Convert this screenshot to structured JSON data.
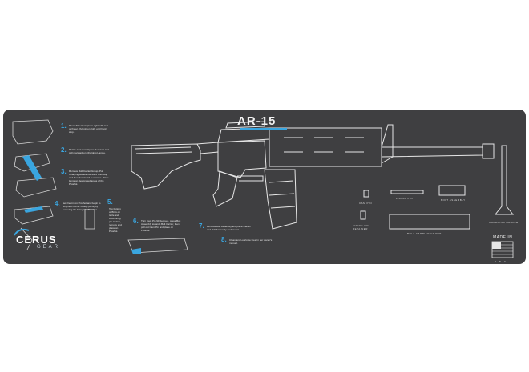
{
  "mat": {
    "title": "AR-15",
    "brand": "CERUS",
    "brand_sub": "GEAR",
    "made_in": "MADE IN",
    "country": "U.S.A.",
    "colors": {
      "mat": "#3f3f41",
      "line_art": "#e6e6e6",
      "accent": "#3aa6e0"
    }
  },
  "steps": [
    {
      "num": "1.",
      "text": "Press Takedown pin to right with tool or finger. Pull pin on right until hard stop."
    },
    {
      "num": "2.",
      "text": "Rotate and open Upper Receiver and pull rearward on Charging Handle."
    },
    {
      "num": "3.",
      "text": "Remove Bolt Carrier Group. Pull Charging Handle rearward until stop and then downward to remove. Place items on designated areas of the Proshot."
    },
    {
      "num": "4.",
      "text": "Set firearm on Proshot and begin to strip Bolt Carrier Group (BCG) by removing the Firing Pin Retainer."
    },
    {
      "num": "5.",
      "text": "Tap bottom of BCG on table and catch firing pin to drop, remove and place on Proshot."
    },
    {
      "num": "6.",
      "text": "Turn Cam Pin 90 degrees, press Bolt Assembly towards Bolt Carrier, then pull out Cam Pin and place on Proshot."
    },
    {
      "num": "7.",
      "text": "Remove Bolt Assembly and place Carrier and Bolt Assembly on Proshot."
    },
    {
      "num": "8.",
      "text": "Clean and Lubricate firearm per owner's manual."
    }
  ],
  "parts": [
    {
      "label": "CAM PIN"
    },
    {
      "label": "FIRING PIN"
    },
    {
      "label": "BOLT ASSEMBLY"
    },
    {
      "label": "FIRING PIN RETAINER"
    },
    {
      "label": "BOLT CARRIER GROUP"
    },
    {
      "label": "CHARGING HANDLE"
    }
  ]
}
